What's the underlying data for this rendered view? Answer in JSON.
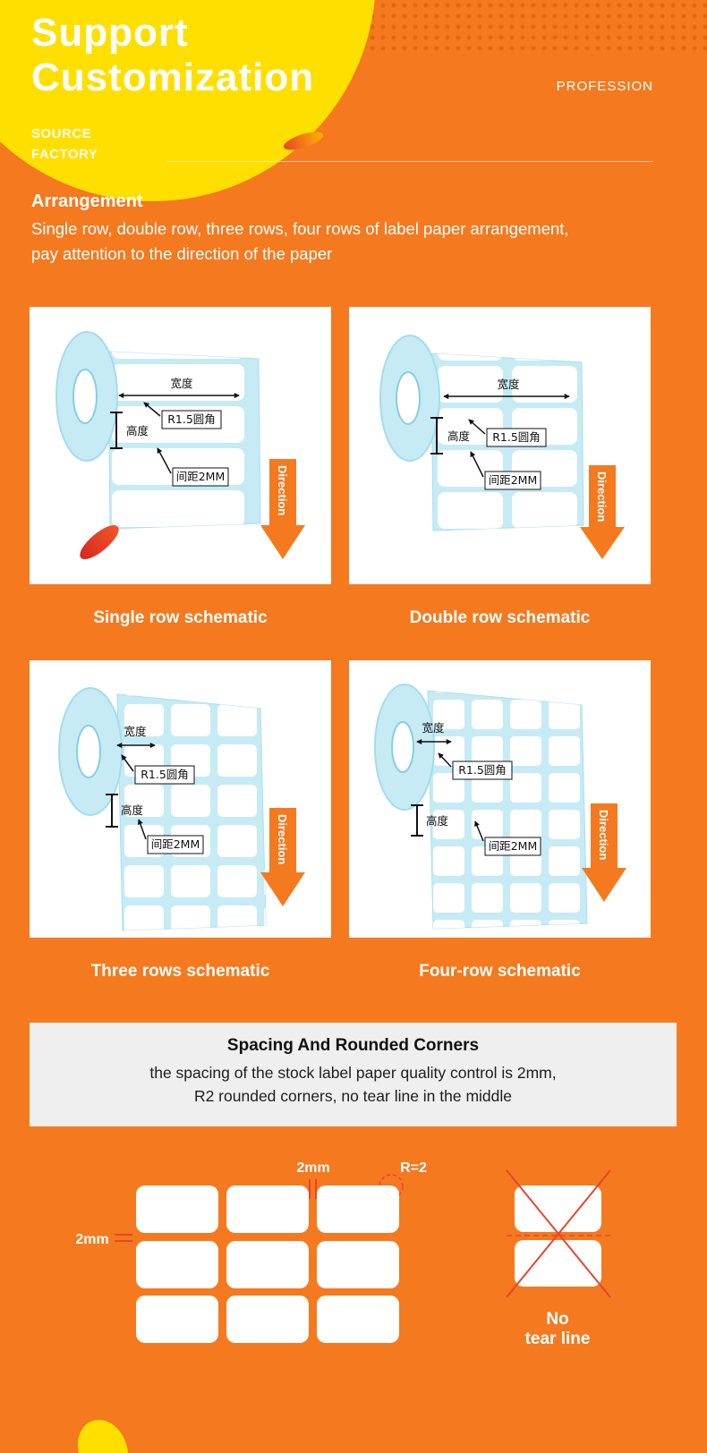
{
  "colors": {
    "background": "#f5791f",
    "accent_yellow": "#ffdf00",
    "roll_blue": "#c6ebf5",
    "alert_red": "#e8452c"
  },
  "header": {
    "title_line1": "Support",
    "title_line2": "Customization",
    "profession": "PROFESSION",
    "source_line1": "SOURCE",
    "source_line2": "FACTORY"
  },
  "intro": {
    "heading": "Arrangement",
    "body_line1": "Single row, double row, three rows, four rows of label paper arrangement,",
    "body_line2": "pay attention to the direction of the paper"
  },
  "roll_labels": {
    "width": "宽度",
    "height": "高度",
    "corner": "R1.5圆角",
    "gap": "间距2MM",
    "direction": "Direction"
  },
  "schematics": {
    "single": {
      "caption": "Single row schematic"
    },
    "double": {
      "caption": "Double row schematic"
    },
    "three": {
      "caption": "Three rows schematic"
    },
    "four": {
      "caption": "Four-row schematic"
    }
  },
  "spacing_note": {
    "title": "Spacing And Rounded Corners",
    "line1": "the spacing of the stock label paper quality control is 2mm,",
    "line2": "R2 rounded corners, no tear line in the middle"
  },
  "bottom_diagram": {
    "gap_top": "2mm",
    "radius": "R=2",
    "gap_left": "2mm",
    "no_tear_line1": "No",
    "no_tear_line2": "tear line"
  }
}
